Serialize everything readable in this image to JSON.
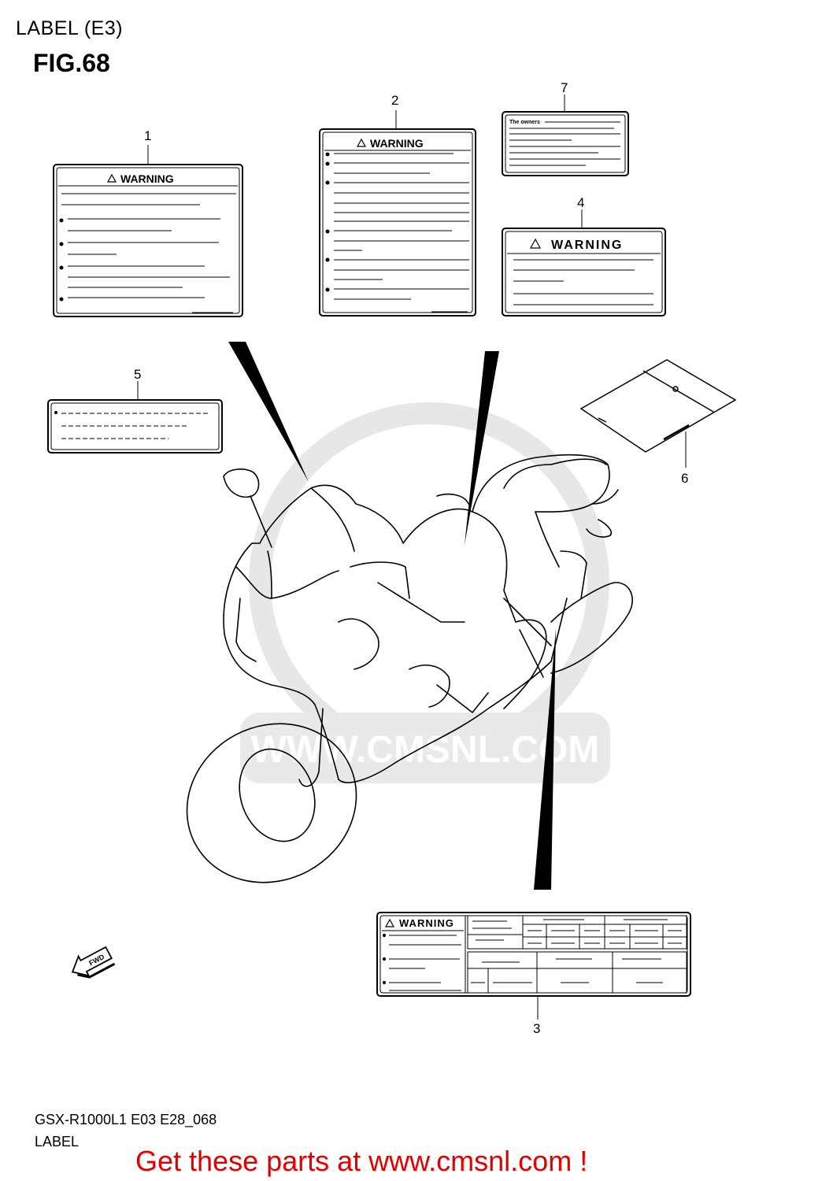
{
  "header": {
    "title": "LABEL (E3)",
    "figure": "FIG.68"
  },
  "callouts": [
    "1",
    "2",
    "3",
    "4",
    "5",
    "6",
    "7"
  ],
  "labels": {
    "warning_text": "WARNING",
    "owners_text": "The owners",
    "fwd_text": "FWD"
  },
  "watermark": {
    "text": "WWW.CMSNL.COM"
  },
  "footer": {
    "model_code": "GSX-R1000L1 E03 E28_068",
    "model_name": "LABEL",
    "promo": "Get these parts at www.cmsnl.com !"
  },
  "colors": {
    "line": "#000000",
    "promo": "#e00000",
    "watermark": "#d0d0d0"
  }
}
